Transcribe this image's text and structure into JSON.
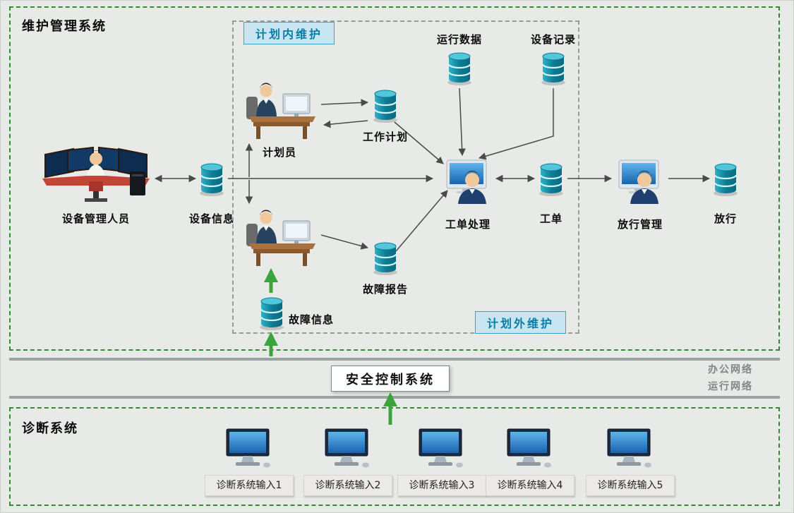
{
  "colors": {
    "background": "#e7eae6",
    "system_border_green": "#2f8f2f",
    "zone_border_gray": "#949e94",
    "zone_label_bg": "#c8e6f2",
    "zone_label_text": "#0a7ca6",
    "arrow": "#4a4a4a",
    "green_arrow": "#3ca43c",
    "network_line": "#9aa2a2",
    "database_teal": "#0d7e95"
  },
  "maintenance_system": {
    "title": "维护管理系统",
    "zones": {
      "planned": "计划内维护",
      "unplanned": "计划外维护"
    },
    "nodes": {
      "equipment_manager": "设备管理人员",
      "equipment_info": "设备信息",
      "planner": "计划员",
      "work_plan": "工作计划",
      "operating_data": "运行数据",
      "equipment_record": "设备记录",
      "work_order_processing": "工单处理",
      "work_order": "工单",
      "release_management": "放行管理",
      "release": "放行",
      "fault_report": "故障报告",
      "fault_info": "故障信息"
    }
  },
  "security_system": {
    "title": "安全控制系统"
  },
  "networks": {
    "office": "办公网络",
    "operation": "运行网络"
  },
  "diagnosis_system": {
    "title": "诊断系统",
    "inputs": [
      "诊断系统输入1",
      "诊断系统输入2",
      "诊断系统输入3",
      "诊断系统输入4",
      "诊断系统输入5"
    ]
  }
}
